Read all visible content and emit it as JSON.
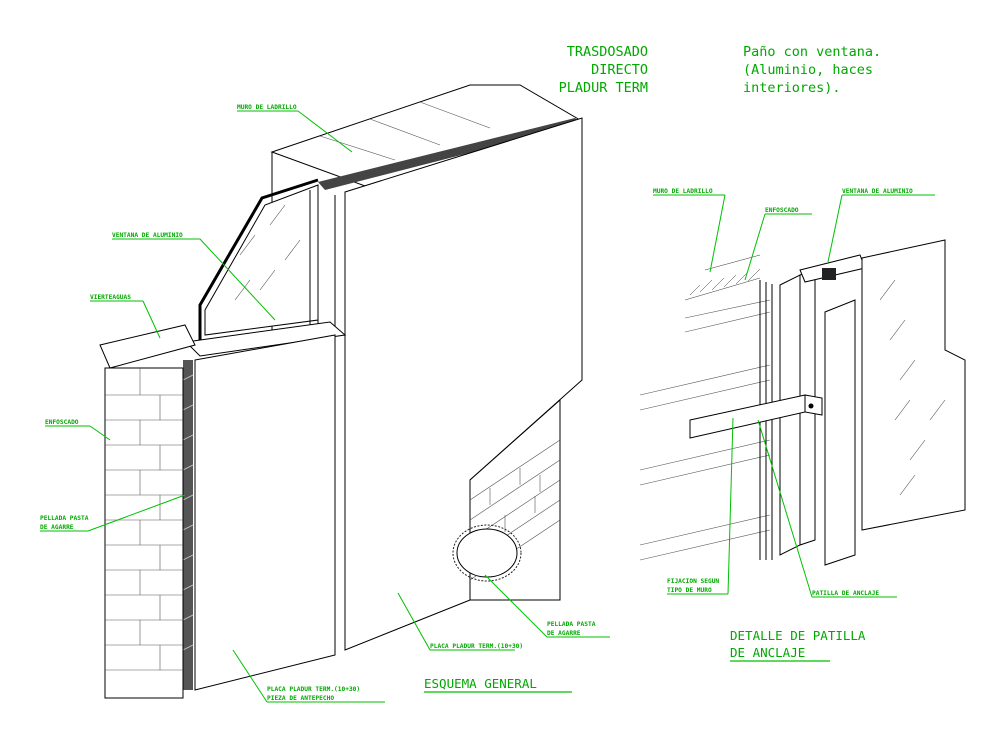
{
  "title": {
    "line1": "TRASDOSADO",
    "line2": "DIRECTO",
    "line3": "PLADUR TERM"
  },
  "note": {
    "line1": "Paño con ventana.",
    "line2": "(Aluminio, haces",
    "line3": "interiores)."
  },
  "general": {
    "caption": "ESQUEMA GENERAL",
    "labels": {
      "muro": "MURO DE LADRILLO",
      "ventana": "VENTANA DE ALUMINIO",
      "vierteaguas": "VIERTEAGUAS",
      "enfoscado": "ENFOSCADO",
      "pellada1": "PELLADA PASTA",
      "pellada2": "DE AGARRE",
      "pellada_b1": "PELLADA PASTA",
      "pellada_b2": "DE AGARRE",
      "placa": "PLACA PLADUR TERM.(10+30)",
      "placa_ant1": "PLACA PLADUR TERM.(10+30)",
      "placa_ant2": "PIEZA DE ANTEPECHO"
    }
  },
  "detail": {
    "caption1": "DETALLE DE PATILLA",
    "caption2": "DE ANCLAJE",
    "labels": {
      "muro": "MURO DE LADRILLO",
      "enfoscado": "ENFOSCADO",
      "ventana": "VENTANA DE ALUMINIO",
      "fijacion1": "FIJACION SEGUN",
      "fijacion2": "TIPO DE MURO",
      "patilla": "PATILLA DE ANCLAJE"
    }
  },
  "colors": {
    "label": "#00a800",
    "leader": "#00c000",
    "line": "#000000"
  }
}
